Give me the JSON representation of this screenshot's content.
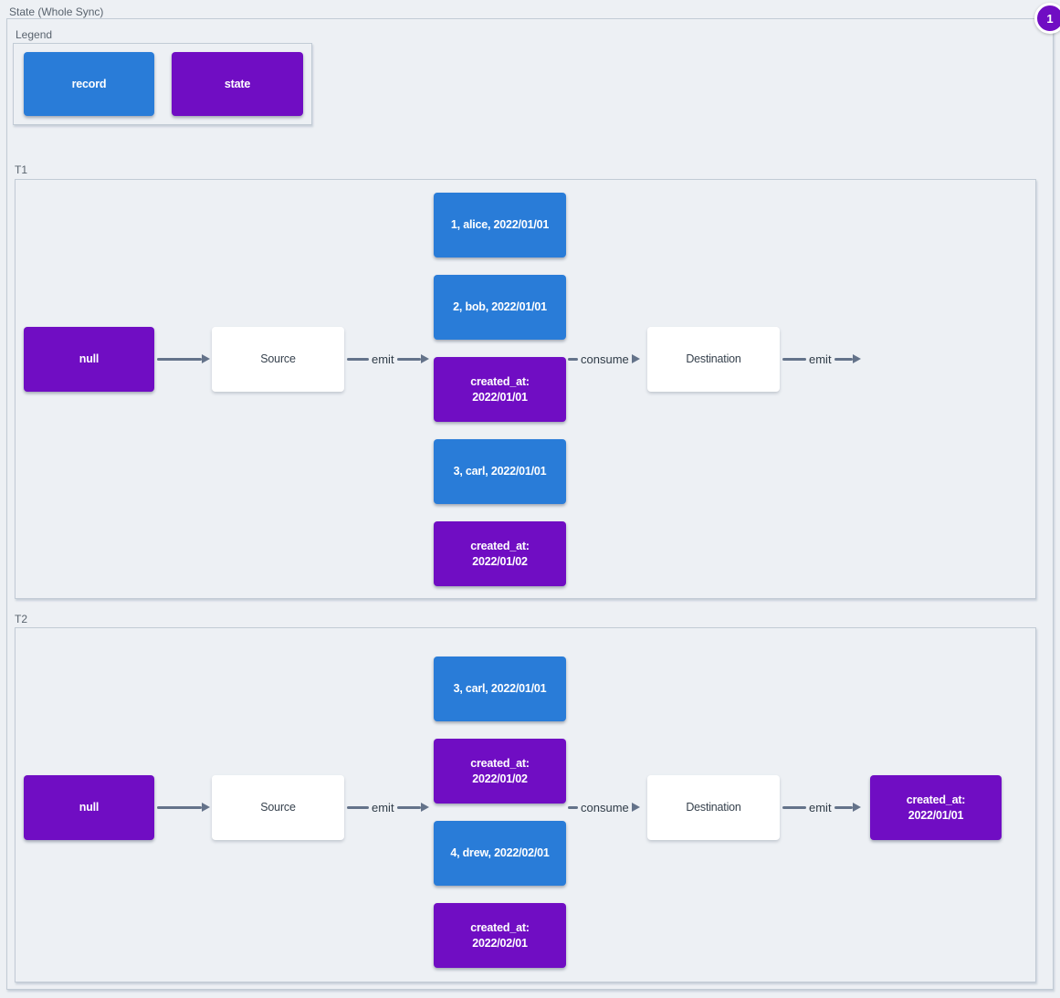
{
  "page": {
    "title": "State (Whole Sync)",
    "badge_count": "1"
  },
  "colors": {
    "record_blue": "#297cd8",
    "state_purple": "#700dc3",
    "arrow_gray": "#64738a"
  },
  "legend": {
    "label": "Legend",
    "items": [
      {
        "type": "record",
        "label": "record"
      },
      {
        "type": "state",
        "label": "state"
      }
    ]
  },
  "sections": [
    {
      "label": "T1",
      "null_node": "null",
      "source": "Source",
      "destination": "Destination",
      "emit_in": "emit",
      "consume": "consume",
      "emit_out": "emit",
      "stack": [
        {
          "type": "record",
          "lines": [
            "1, alice, 2022/01/01"
          ]
        },
        {
          "type": "record",
          "lines": [
            "2, bob, 2022/01/01"
          ]
        },
        {
          "type": "state",
          "lines": [
            "created_at:",
            "2022/01/01"
          ]
        },
        {
          "type": "record",
          "lines": [
            "3, carl, 2022/01/01"
          ]
        },
        {
          "type": "state",
          "lines": [
            "created_at:",
            "2022/01/02"
          ]
        }
      ]
    },
    {
      "label": "T2",
      "null_node": "null",
      "source": "Source",
      "destination": "Destination",
      "emit_in": "emit",
      "consume": "consume",
      "emit_out": "emit",
      "stack": [
        {
          "type": "record",
          "lines": [
            "3, carl, 2022/01/01"
          ]
        },
        {
          "type": "state",
          "lines": [
            "created_at:",
            "2022/01/02"
          ]
        },
        {
          "type": "record",
          "lines": [
            "4, drew, 2022/02/01"
          ]
        },
        {
          "type": "state",
          "lines": [
            "created_at:",
            "2022/02/01"
          ]
        }
      ],
      "output": {
        "type": "state",
        "lines": [
          "created_at:",
          "2022/01/01"
        ]
      }
    }
  ]
}
